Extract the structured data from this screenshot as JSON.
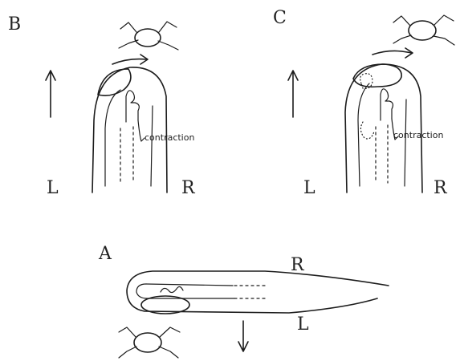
{
  "panels": {
    "b": {
      "letter": "B",
      "left_label": "L",
      "right_label": "R",
      "annotation": "contraction"
    },
    "c": {
      "letter": "C",
      "left_label": "L",
      "right_label": "R",
      "annotation": "contraction"
    },
    "a": {
      "letter": "A",
      "top_label": "R",
      "bottom_label": "L"
    }
  }
}
